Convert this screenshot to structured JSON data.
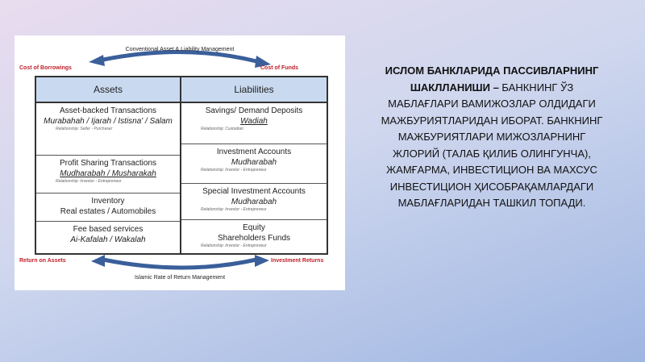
{
  "diagram": {
    "top_caption": "Conventional Asset & Liability Management",
    "bottom_caption": "Islamic Rate of Return Management",
    "labels": {
      "cost_of_borrowings": "Cost of Borrowings",
      "cost_of_funds": "Cost of Funds",
      "return_on_assets": "Return on Assets",
      "investment_returns": "Investment Returns"
    },
    "assets": {
      "header": "Assets",
      "cells": [
        {
          "title": "Asset-backed Transactions",
          "detail": "Murabahah / Ijarah / Istisna' / Salam",
          "note": "Relationship: Seller - Purchaser"
        },
        {
          "title": "Profit Sharing Transactions",
          "detail": "Mudharabah / Musharakah",
          "note": "Relationship: Investor - Entrepreneur"
        },
        {
          "title": "Inventory",
          "detail": "Real estates / Automobiles",
          "note": ""
        },
        {
          "title": "Fee based services",
          "detail": "Ai-Kafalah / Wakalah",
          "note": ""
        }
      ]
    },
    "liabilities": {
      "header": "Liabilities",
      "cells": [
        {
          "title": "Savings/ Demand Deposits",
          "detail": "Wadiah",
          "note": "Relationship: Custodian"
        },
        {
          "title": "Investment Accounts",
          "detail": "Mudharabah",
          "note": "Relationship: Investor - Entrepreneur"
        },
        {
          "title": "Special Investment Accounts",
          "detail": "Mudharabah",
          "note": "Relationship: Investor - Entrepreneur"
        },
        {
          "title": "Equity",
          "detail": "Shareholders Funds",
          "note": "Relationship: Investor - Entrepreneur"
        }
      ]
    }
  },
  "text": {
    "bold_part": "ИСЛОМ БАНКЛАРИДА ПАССИВЛАРНИНГ ШАКЛЛАНИШИ –",
    "normal_part": " БАНКНИНГ ЎЗ МАБЛАҒЛАРИ ВАМИЖОЗЛАР ОЛДИДАГИ МАЖБУРИЯТЛАРИДАН ИБОРАТ. БАНКНИНГ МАЖБУРИЯТЛАРИ МИЖОЗЛАРНИНГ ЖЛОРИЙ (ТАЛАБ ҚИЛИБ ОЛИНГУНЧА), ЖАМҒАРМА, ИНВЕСТИЦИОН ВА МАХСУС ИНВЕСТИЦИОН ҲИСОБРАҚАМЛАРДАГИ МАБЛАҒЛАРИДАН ТАШКИЛ ТОПАДИ."
  },
  "colors": {
    "arrow": "#3a5f9a",
    "label_red": "#c0202a",
    "header_fill": "#c9daf0"
  }
}
